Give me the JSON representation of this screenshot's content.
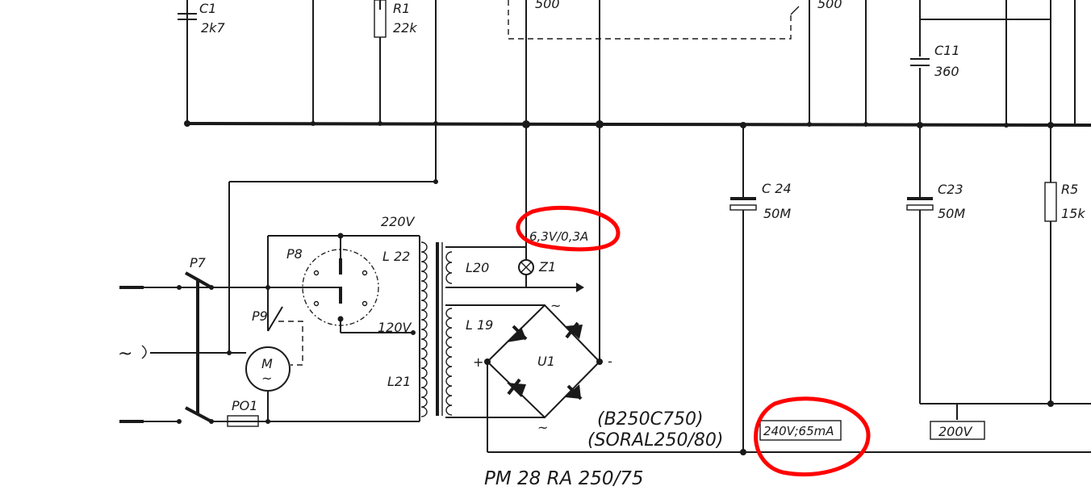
{
  "labels": {
    "c1_name": "C1",
    "c1_value": "2k7",
    "r1_name": "R1",
    "r1_value": "22k",
    "top_value_left": "500",
    "top_value_right": "500",
    "c11_name": "C11",
    "c11_value": "360",
    "c24_name": "C 24",
    "c24_value": "50M",
    "c23_name": "C23",
    "c23_value": "50M",
    "r5_name": "R5",
    "r5_value": "15k",
    "tap_220": "220V",
    "tap_120": "120V",
    "p8": "P8",
    "p7": "P7",
    "p9": "P9",
    "po1": "PO1",
    "motor": "M",
    "motor_ac": "~",
    "mains_ac": "~",
    "l22": "L 22",
    "l21": "L21",
    "l20": "L20",
    "l19": "L 19",
    "z1": "Z1",
    "lamp_rating": "6,3V/0,3A",
    "u1": "U1",
    "bridge_plus": "+",
    "bridge_minus": "-",
    "bridge_ac_top": "~",
    "bridge_ac_bottom": "~",
    "rectifier_type": "(B250C750)",
    "rectifier_alt": "(SORAL250/80)",
    "supply_rating": "240V;65mA",
    "tap_200": "200V",
    "model": "PM 28 RA 250/75"
  },
  "colors": {
    "ink": "#1a1a1a",
    "highlight": "#ff0000",
    "paper": "#ffffff"
  }
}
